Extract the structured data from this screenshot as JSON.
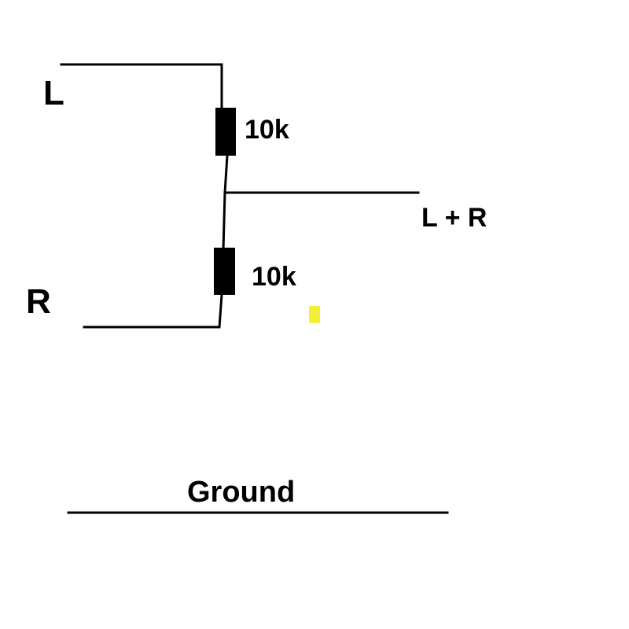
{
  "diagram": {
    "inputs": {
      "left_label": "L",
      "right_label": "R"
    },
    "resistors": [
      {
        "value_label": "10k"
      },
      {
        "value_label": "10k"
      }
    ],
    "output_label": "L + R",
    "ground_label": "Ground"
  },
  "colors": {
    "wire": "#000000",
    "background": "#ffffff",
    "marker": "#f2ef3a"
  }
}
